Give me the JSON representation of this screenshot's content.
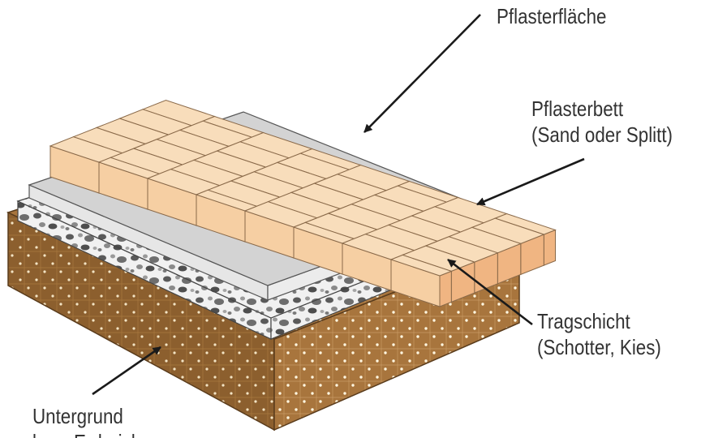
{
  "labels": {
    "paving_surface": {
      "lines": [
        "Pflasterfläche"
      ]
    },
    "paving_bed": {
      "lines": [
        "Pflasterbett",
        "(Sand oder Splitt)"
      ]
    },
    "base_layer": {
      "lines": [
        "Tragschicht",
        "(Schotter, Kies)"
      ]
    },
    "subgrade": {
      "lines": [
        "Untergrund",
        "bzw. Erdreich"
      ]
    }
  },
  "colors": {
    "brick_top": "#f8ddbb",
    "brick_front": "#f0b582",
    "brick_side": "#f6cfa3",
    "brick_outline": "#8a6a4a",
    "bed_top": "#d3d3d3",
    "bed_front": "#e6e6e6",
    "gravel_base": "#f1f1f1",
    "gravel_stone": "#5a5a5a",
    "soil": "#a8753d",
    "soil_dark": "#8c5f2e",
    "soil_dots": "#fff6e0",
    "arrow": "#1a1a1a",
    "text": "#333333"
  }
}
